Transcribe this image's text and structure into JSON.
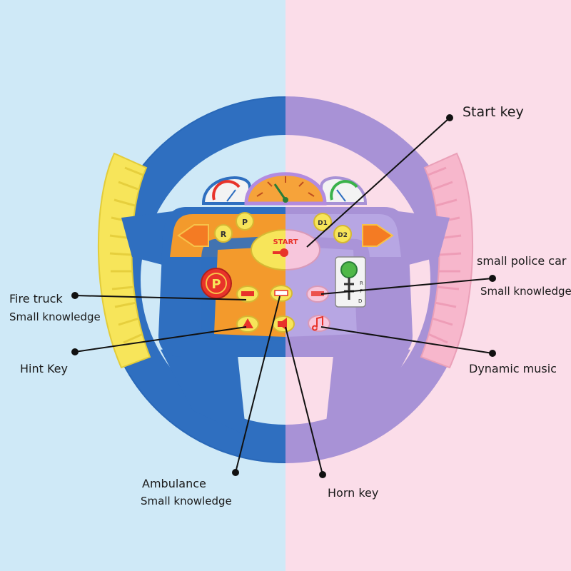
{
  "colors": {
    "bg_left": "#cfe9f7",
    "bg_right": "#fbdde9",
    "wheel_blue": "#2f6fc0",
    "wheel_purple": "#a892d6",
    "grip_yellow": "#f7e55a",
    "grip_pink": "#f7b7cc",
    "panel_orange": "#f39a2c",
    "panel_purple": "#b7a6e3",
    "red": "#e8332a"
  },
  "annotations": {
    "start_key": "Start key",
    "police_title": "small police car",
    "police_sub": "Small knowledge",
    "fire_title": "Fire truck",
    "fire_sub": "Small knowledge",
    "hint_key": "Hint Key",
    "dynamic_music": "Dynamic music",
    "ambulance_title": "Ambulance",
    "ambulance_sub": "Small knowledge",
    "horn_key": "Horn key"
  },
  "toy": {
    "start_button": "START",
    "gear_r": "R",
    "gear_p": "P",
    "gear_d1": "D1",
    "gear_d2": "D2",
    "park_button": "P",
    "shifter_r": "R",
    "shifter_p": "P",
    "shifter_d": "D"
  },
  "icons": {
    "fire_truck_button": "fire-truck-icon",
    "ambulance_button": "ambulance-icon",
    "police_button": "police-car-icon",
    "hint_button": "warning-triangle-icon",
    "horn_button": "horn-icon",
    "music_button": "music-note-icon"
  }
}
